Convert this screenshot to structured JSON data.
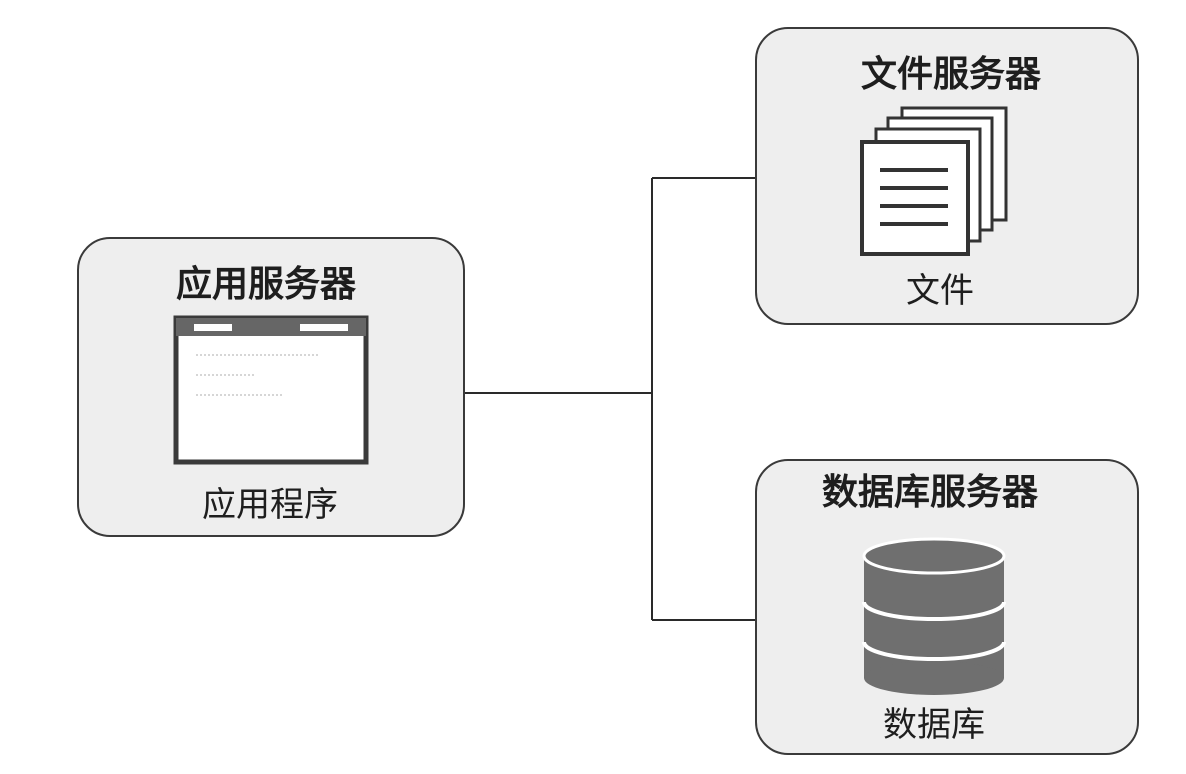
{
  "app_server": {
    "title": "应用服务器",
    "caption": "应用程序",
    "icon": "application-window-icon"
  },
  "file_server": {
    "title": "文件服务器",
    "caption": "文件",
    "icon": "documents-stack-icon"
  },
  "db_server": {
    "title": "数据库服务器",
    "caption": "数据库",
    "icon": "database-cylinder-icon"
  },
  "colors": {
    "box_fill": "#eeeeee",
    "stroke": "#2a2a2a",
    "db_fill": "#6f6f6f"
  }
}
